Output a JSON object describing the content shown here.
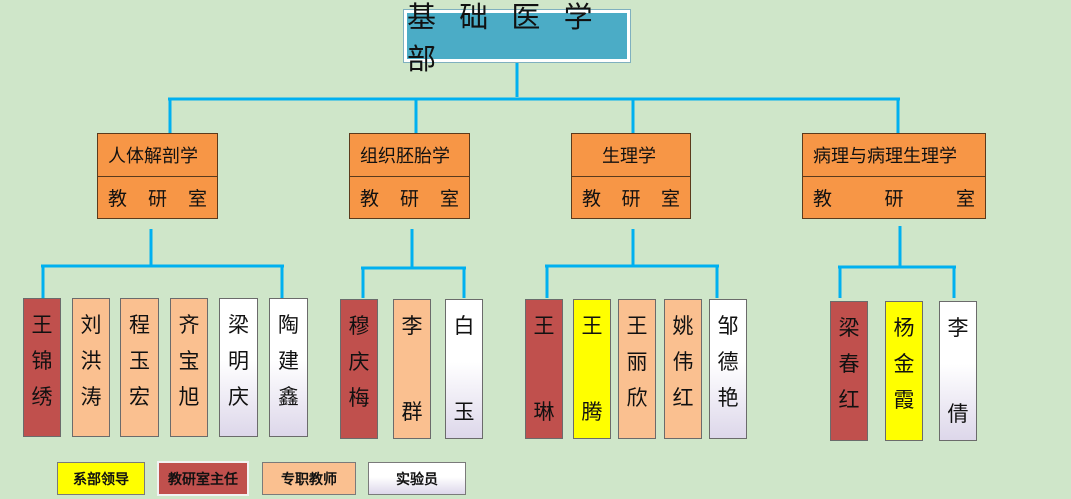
{
  "title": "基 础 医 学 部",
  "departments": [
    {
      "name": "人体解剖学",
      "sub": [
        "教",
        "研",
        "室"
      ]
    },
    {
      "name": "组织胚胎学",
      "sub": [
        "教",
        "研",
        "室"
      ]
    },
    {
      "name": "生理学",
      "sub": [
        "教",
        "研",
        "室"
      ]
    },
    {
      "name": "病理与病理生理学",
      "sub": [
        "教",
        "研",
        "室"
      ]
    }
  ],
  "people": [
    {
      "chars": [
        "王",
        "锦",
        "绣"
      ],
      "role": "head"
    },
    {
      "chars": [
        "刘",
        "洪",
        "涛"
      ],
      "role": "teacher"
    },
    {
      "chars": [
        "程",
        "玉",
        "宏"
      ],
      "role": "teacher"
    },
    {
      "chars": [
        "齐",
        "宝",
        "旭"
      ],
      "role": "teacher"
    },
    {
      "chars": [
        "梁",
        "明",
        "庆"
      ],
      "role": "lab"
    },
    {
      "chars": [
        "陶",
        "建",
        "鑫"
      ],
      "role": "lab"
    },
    {
      "chars": [
        "穆",
        "庆",
        "梅"
      ],
      "role": "head"
    },
    {
      "chars": [
        "李",
        "群"
      ],
      "role": "teacher"
    },
    {
      "chars": [
        "白",
        "玉"
      ],
      "role": "lab"
    },
    {
      "chars": [
        "王",
        "琳"
      ],
      "role": "head"
    },
    {
      "chars": [
        "王",
        "腾"
      ],
      "role": "lead"
    },
    {
      "chars": [
        "王",
        "丽",
        "欣"
      ],
      "role": "teacher"
    },
    {
      "chars": [
        "姚",
        "伟",
        "红"
      ],
      "role": "teacher"
    },
    {
      "chars": [
        "邹",
        "德",
        "艳"
      ],
      "role": "lab"
    },
    {
      "chars": [
        "梁",
        "春",
        "红"
      ],
      "role": "head"
    },
    {
      "chars": [
        "杨",
        "金",
        "霞"
      ],
      "role": "lead"
    },
    {
      "chars": [
        "李",
        "倩"
      ],
      "role": "lab"
    }
  ],
  "legend": {
    "lead": "系部领导",
    "head": "教研室主任",
    "teacher": "专职教师",
    "lab": "实验员"
  },
  "colors": {
    "background": "#cfe6c9",
    "connector": "#00b0f0",
    "title": "#4bacc6",
    "department": "#f79646",
    "lead": "#ffff00",
    "head": "#c0504d",
    "teacher": "#fac090",
    "lab": "#e6e0ec"
  }
}
